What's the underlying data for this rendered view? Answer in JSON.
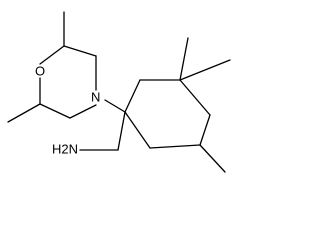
{
  "atoms": {
    "oxygen": "O",
    "nitrogen": "N",
    "amine": "H2N"
  }
}
